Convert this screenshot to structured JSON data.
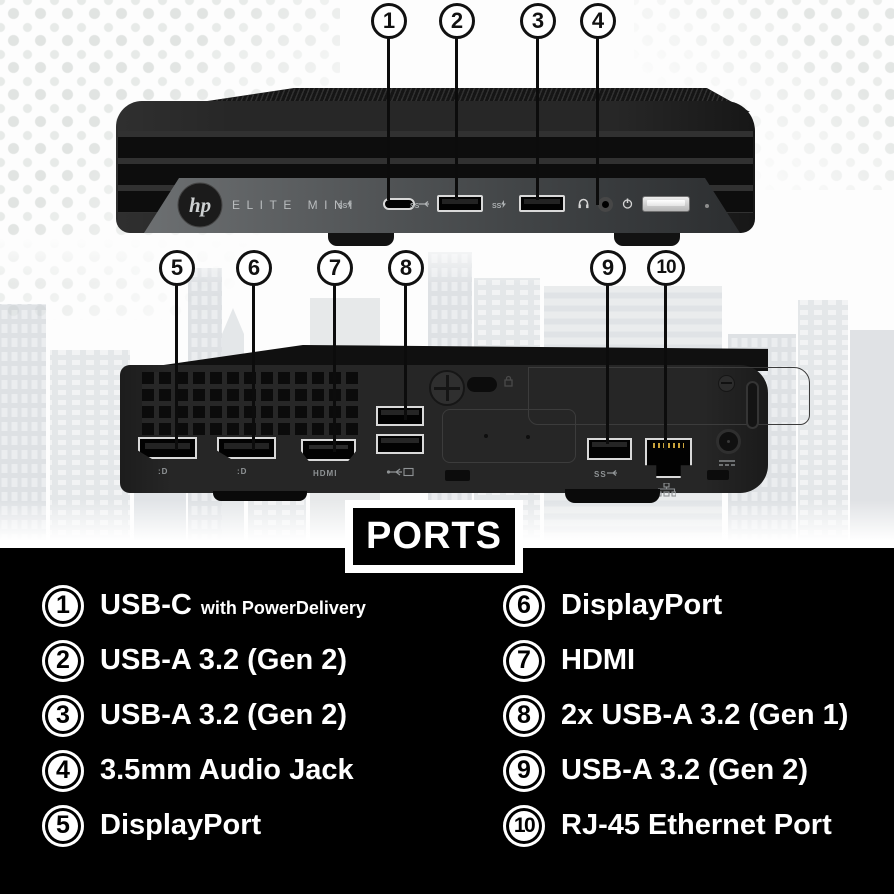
{
  "ports_title": "PORTS",
  "callouts": {
    "front": [
      {
        "num": "1"
      },
      {
        "num": "2"
      },
      {
        "num": "3"
      },
      {
        "num": "4"
      }
    ],
    "back": [
      {
        "num": "5"
      },
      {
        "num": "6"
      },
      {
        "num": "7"
      },
      {
        "num": "8"
      },
      {
        "num": "9"
      },
      {
        "num": "10"
      }
    ]
  },
  "front_device": {
    "brand": "hp",
    "model": "ELITE MINI",
    "ss_mark_1": "SS",
    "ss_mark_2": "SS",
    "ss_mark_3": "SS"
  },
  "back_device": {
    "dp_mark_1": ":D",
    "dp_mark_2": ":D",
    "hdmi_mark": "HDMI",
    "ss_mark": "SS"
  },
  "legend": {
    "left": [
      {
        "num": "1",
        "label": "USB-C",
        "sublabel": "with PowerDelivery"
      },
      {
        "num": "2",
        "label": "USB-A 3.2 (Gen 2)"
      },
      {
        "num": "3",
        "label": "USB-A 3.2 (Gen 2)"
      },
      {
        "num": "4",
        "label": "3.5mm Audio Jack"
      },
      {
        "num": "5",
        "label": "DisplayPort"
      }
    ],
    "right": [
      {
        "num": "6",
        "label": "DisplayPort"
      },
      {
        "num": "7",
        "label": "HDMI"
      },
      {
        "num": "8",
        "label": "2x USB-A 3.2 (Gen 1)"
      },
      {
        "num": "9",
        "label": "USB-A 3.2 (Gen 2)"
      },
      {
        "num": "10",
        "label": "RJ-45 Ethernet Port"
      }
    ]
  },
  "colors": {
    "section_bg": "#000000",
    "device_body": "#262626",
    "front_panel_gray": "#55585a",
    "callout_ink": "#111111",
    "legend_text": "#ffffff"
  },
  "icons": {
    "front": [
      "lightning-icon",
      "usb-trident-icon",
      "lightning-icon",
      "headphone-icon",
      "power-icon"
    ],
    "back": [
      "displayport-icon",
      "hdmi-label",
      "usb-trident-icon",
      "ethernet-icon",
      "dc-power-icon",
      "kensington-lock-icon"
    ]
  }
}
